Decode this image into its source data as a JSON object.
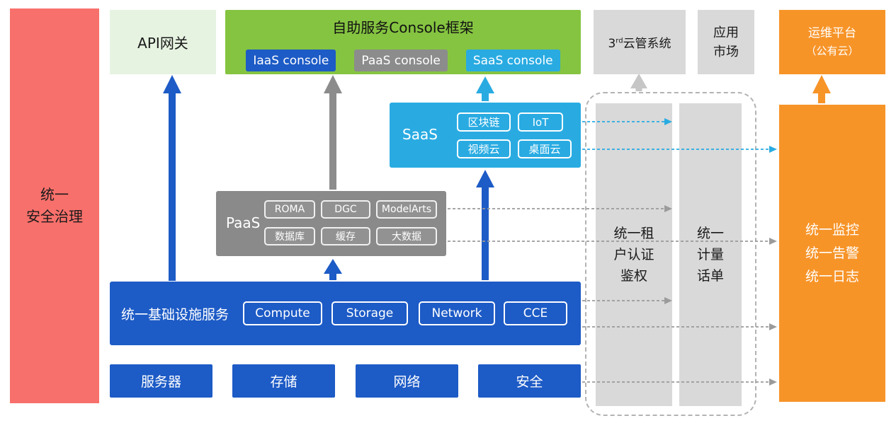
{
  "security_bar": {
    "line1": "统一",
    "line2": "安全治理"
  },
  "api_gateway": {
    "label": "API网关"
  },
  "console_framework": {
    "title": "自助服务Console框架",
    "consoles": [
      {
        "label": "IaaS console"
      },
      {
        "label": "PaaS console"
      },
      {
        "label": "SaaS console"
      }
    ]
  },
  "third_party_cloud": {
    "base": "3",
    "sup": "rd",
    "rest": "云管系统"
  },
  "app_market": {
    "line1": "应用",
    "line2": "市场"
  },
  "ops_platform": {
    "line1": "运维平台",
    "line2": "（公有云）"
  },
  "monitoring_panel": {
    "line1": "统一监控",
    "line2": "统一告警",
    "line3": "统一日志"
  },
  "auth_bar": {
    "line1": "统一租",
    "line2": "户认证",
    "line3": "鉴权"
  },
  "metering_bar": {
    "line1": "统一",
    "line2": "计量",
    "line3": "话单"
  },
  "saas_box": {
    "label": "SaaS",
    "items": [
      "区块链",
      "IoT",
      "视频云",
      "桌面云"
    ]
  },
  "paas_box": {
    "label": "PaaS",
    "items": [
      "ROMA",
      "DGC",
      "ModelArts",
      "数据库",
      "缓存",
      "大数据"
    ]
  },
  "iaas_box": {
    "label": "统一基础设施服务",
    "items": [
      "Compute",
      "Storage",
      "Network",
      "CCE"
    ]
  },
  "infrastructure_row": {
    "items": [
      "服务器",
      "存储",
      "网络",
      "安全"
    ]
  },
  "colors": {
    "security_red": "#f8706b",
    "api_light_green": "#e6f3e1",
    "console_green": "#85c441",
    "blue": "#1d5bc6",
    "gray": "#8a8a8a",
    "panel_light_gray": "#d9d9d9",
    "cyan": "#29abe2",
    "orange": "#f79428"
  }
}
